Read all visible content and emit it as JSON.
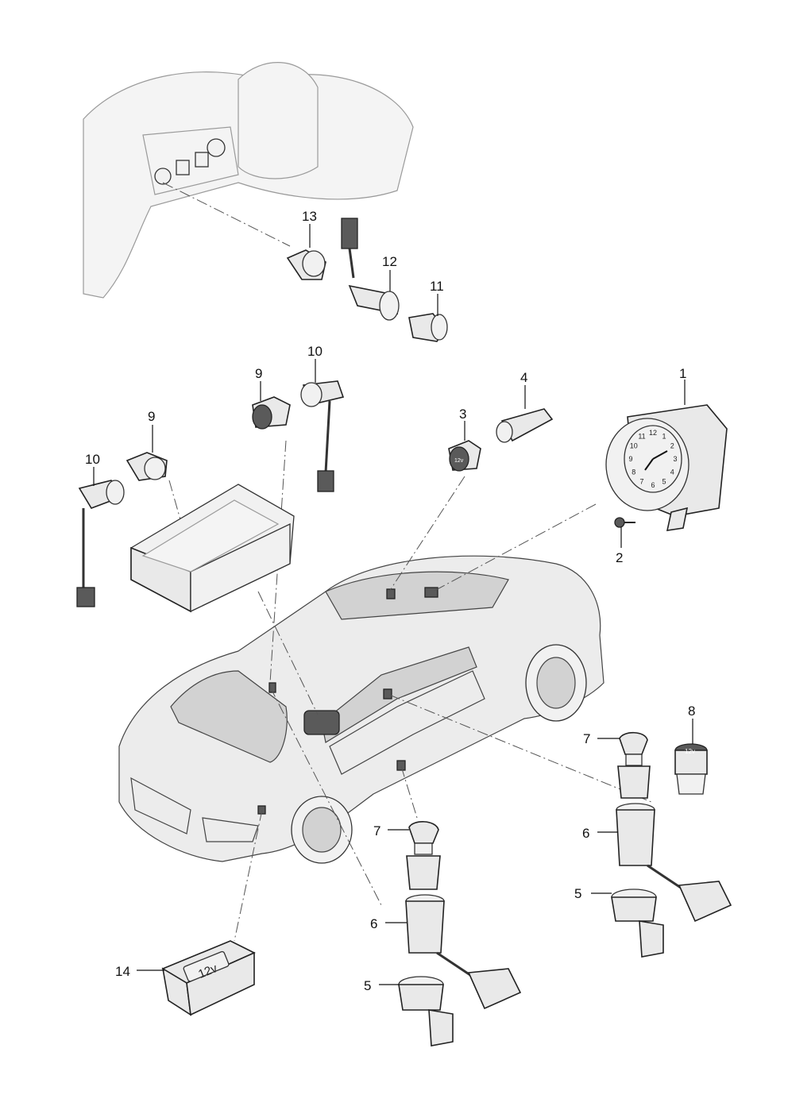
{
  "callouts": {
    "c1": "1",
    "c2": "2",
    "c3": "3",
    "c4": "4",
    "c5a": "5",
    "c5b": "5",
    "c6a": "6",
    "c6b": "6",
    "c7a": "7",
    "c7b": "7",
    "c8": "8",
    "c9a": "9",
    "c9b": "9",
    "c10a": "10",
    "c10b": "10",
    "c11": "11",
    "c12": "12",
    "c13": "13",
    "c14": "14"
  },
  "printed_text": {
    "socket_14": "12v",
    "cap_8": "12v",
    "cap_3": "12v"
  },
  "clock_numerals": [
    "12",
    "1",
    "2",
    "3",
    "4",
    "5",
    "6",
    "7",
    "8",
    "9",
    "10",
    "11"
  ]
}
